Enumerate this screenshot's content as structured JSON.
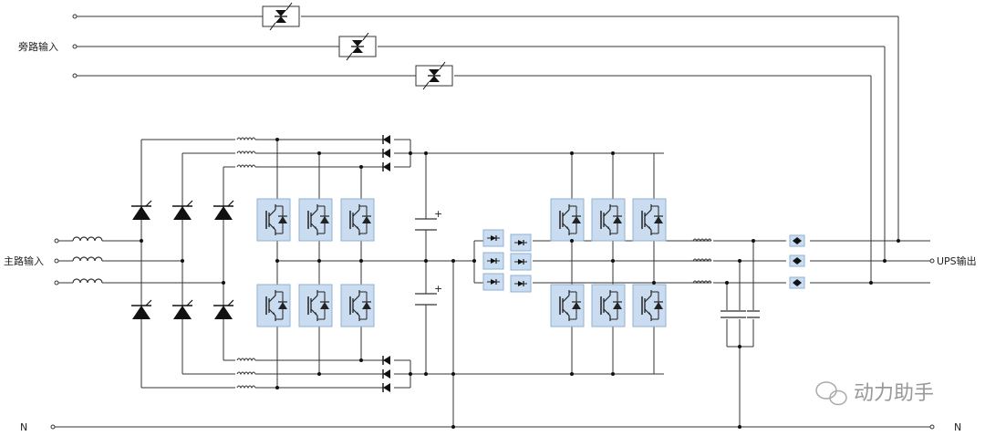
{
  "labels": {
    "bypass_input": "旁路输入",
    "main_input": "主路输入",
    "ups_output": "UPS输出",
    "neutral_left": "N",
    "neutral_right": "N",
    "cap_plus": "+"
  },
  "watermark": {
    "text": "动力助手",
    "icon": "wechat-icon"
  },
  "colors": {
    "wire": "#333333",
    "module_fill": "#c9dcf0",
    "module_stroke": "#8fb0d6"
  }
}
